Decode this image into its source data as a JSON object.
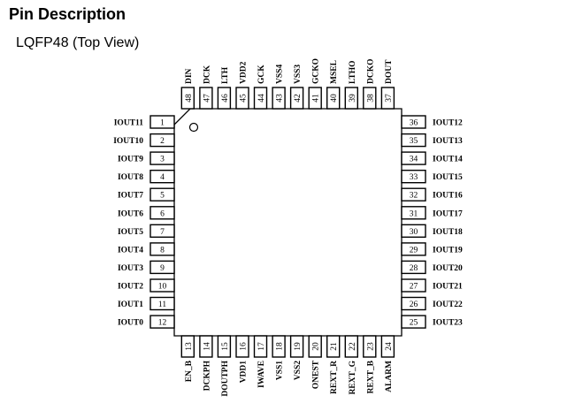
{
  "header": {
    "title": "Pin Description",
    "subtitle": "LQFP48 (Top View)"
  },
  "package": {
    "type": "LQFP48",
    "view": "Top View",
    "pin_count": 48,
    "pin1_marker": "circle"
  },
  "pins": {
    "left": [
      {
        "num": "1",
        "label": "IOUT11"
      },
      {
        "num": "2",
        "label": "IOUT10"
      },
      {
        "num": "3",
        "label": "IOUT9"
      },
      {
        "num": "4",
        "label": "IOUT8"
      },
      {
        "num": "5",
        "label": "IOUT7"
      },
      {
        "num": "6",
        "label": "IOUT6"
      },
      {
        "num": "7",
        "label": "IOUT5"
      },
      {
        "num": "8",
        "label": "IOUT4"
      },
      {
        "num": "9",
        "label": "IOUT3"
      },
      {
        "num": "10",
        "label": "IOUT2"
      },
      {
        "num": "11",
        "label": "IOUT1"
      },
      {
        "num": "12",
        "label": "IOUT0"
      }
    ],
    "right": [
      {
        "num": "36",
        "label": "IOUT12"
      },
      {
        "num": "35",
        "label": "IOUT13"
      },
      {
        "num": "34",
        "label": "IOUT14"
      },
      {
        "num": "33",
        "label": "IOUT15"
      },
      {
        "num": "32",
        "label": "IOUT16"
      },
      {
        "num": "31",
        "label": "IOUT17"
      },
      {
        "num": "30",
        "label": "IOUT18"
      },
      {
        "num": "29",
        "label": "IOUT19"
      },
      {
        "num": "28",
        "label": "IOUT20"
      },
      {
        "num": "27",
        "label": "IOUT21"
      },
      {
        "num": "26",
        "label": "IOUT22"
      },
      {
        "num": "25",
        "label": "IOUT23"
      }
    ],
    "top": [
      {
        "num": "48",
        "label": "DIN"
      },
      {
        "num": "47",
        "label": "DCK"
      },
      {
        "num": "46",
        "label": "LTH"
      },
      {
        "num": "45",
        "label": "VDD2"
      },
      {
        "num": "44",
        "label": "GCK"
      },
      {
        "num": "43",
        "label": "VSS4"
      },
      {
        "num": "42",
        "label": "VSS3"
      },
      {
        "num": "41",
        "label": "GCKO"
      },
      {
        "num": "40",
        "label": "MSEL"
      },
      {
        "num": "39",
        "label": "LTHO"
      },
      {
        "num": "38",
        "label": "DCKO"
      },
      {
        "num": "37",
        "label": "DOUT"
      }
    ],
    "bottom": [
      {
        "num": "13",
        "label": "EN_B"
      },
      {
        "num": "14",
        "label": "DCKPH"
      },
      {
        "num": "15",
        "label": "DOUTPH"
      },
      {
        "num": "16",
        "label": "VDD1"
      },
      {
        "num": "17",
        "label": "IWAVE"
      },
      {
        "num": "18",
        "label": "VSS1"
      },
      {
        "num": "19",
        "label": "VSS2"
      },
      {
        "num": "20",
        "label": "ONEST"
      },
      {
        "num": "21",
        "label": "REXT_R"
      },
      {
        "num": "22",
        "label": "REXT_G"
      },
      {
        "num": "23",
        "label": "REXT_B"
      },
      {
        "num": "24",
        "label": "ALARM"
      }
    ]
  },
  "colors": {
    "line": "#000000",
    "text": "#000000",
    "background": "#ffffff"
  }
}
